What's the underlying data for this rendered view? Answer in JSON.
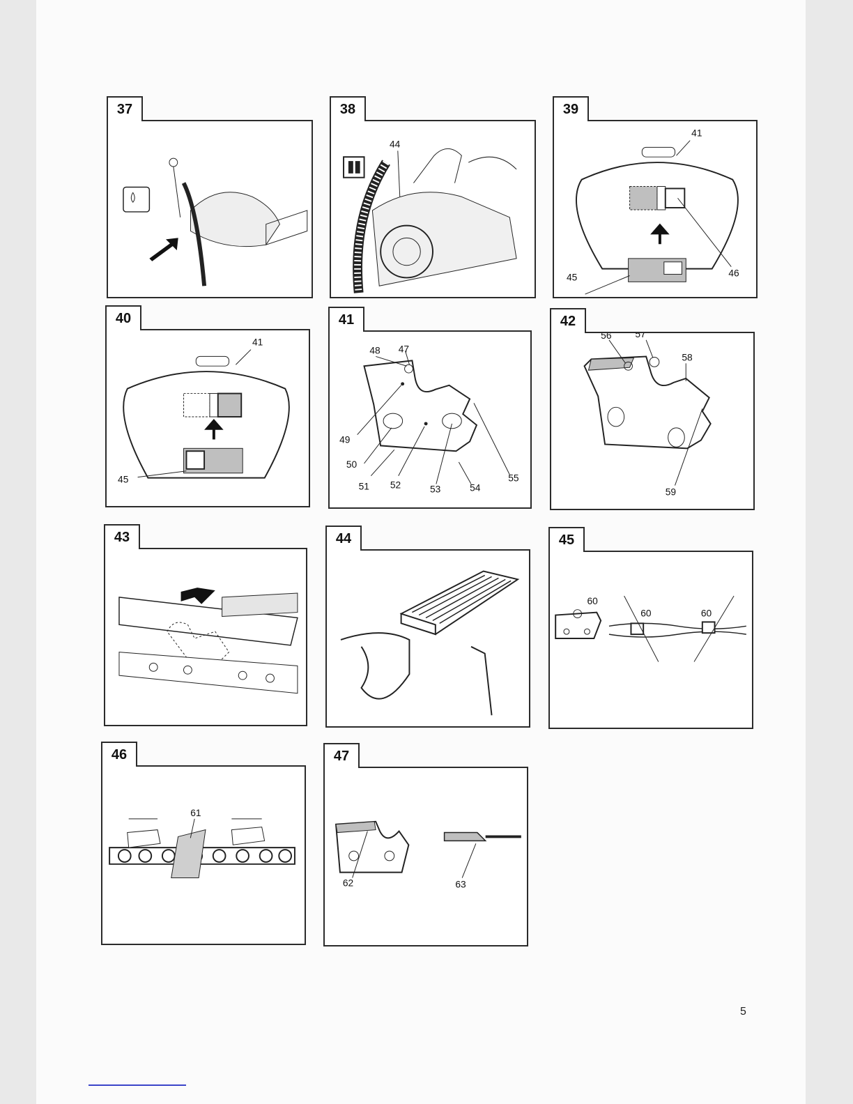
{
  "page_number": "5",
  "figures": [
    {
      "number": "37",
      "callouts": []
    },
    {
      "number": "38",
      "callouts": [
        "44"
      ]
    },
    {
      "number": "39",
      "callouts": [
        "41",
        "45",
        "46"
      ]
    },
    {
      "number": "40",
      "callouts": [
        "41",
        "45"
      ]
    },
    {
      "number": "41",
      "callouts": [
        "48",
        "47",
        "49",
        "50",
        "51",
        "52",
        "53",
        "54",
        "55"
      ]
    },
    {
      "number": "42",
      "callouts": [
        "56",
        "57",
        "58",
        "59"
      ]
    },
    {
      "number": "43",
      "callouts": []
    },
    {
      "number": "44",
      "callouts": []
    },
    {
      "number": "45",
      "callouts": [
        "60",
        "60",
        "60"
      ]
    },
    {
      "number": "46",
      "callouts": [
        "61"
      ]
    },
    {
      "number": "47",
      "callouts": [
        "62",
        "63"
      ]
    }
  ],
  "colors": {
    "line": "#2b2b2b",
    "fill_grey": "#bfbfbf",
    "footer_rule": "#3a44c9"
  }
}
